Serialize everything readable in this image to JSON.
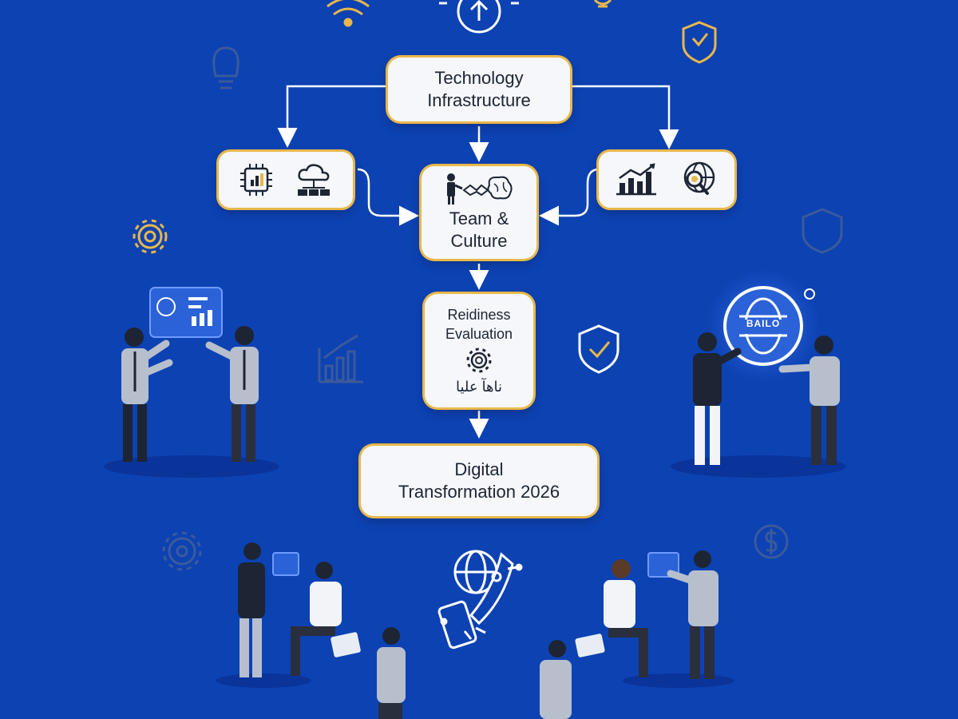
{
  "colors": {
    "background": "#0d42b3",
    "box_fill": "#f5f7fb",
    "box_border": "#e8b84a",
    "arrow": "#ffffff",
    "icon_dark": "#1d2433",
    "accent_gold": "#e8b84a"
  },
  "diagram": {
    "nodes": {
      "technology_infrastructure": {
        "line1": "Technology",
        "line2": "Infrastructure"
      },
      "team_culture": {
        "line1": "Team &",
        "line2": "Culture"
      },
      "readiness_evaluation": {
        "line1": "Reidiness",
        "line2": "Evaluation",
        "line3": "ناهآ عليا"
      },
      "digital_transformation": {
        "line1": "Digital",
        "line2": "Transformation 2026"
      }
    },
    "side_cards": {
      "left_icons": [
        "chip-icon",
        "cloud-network-icon"
      ],
      "right_icons": [
        "bar-chart-icon",
        "globe-search-icon"
      ]
    },
    "globe_label": "BAILO"
  }
}
